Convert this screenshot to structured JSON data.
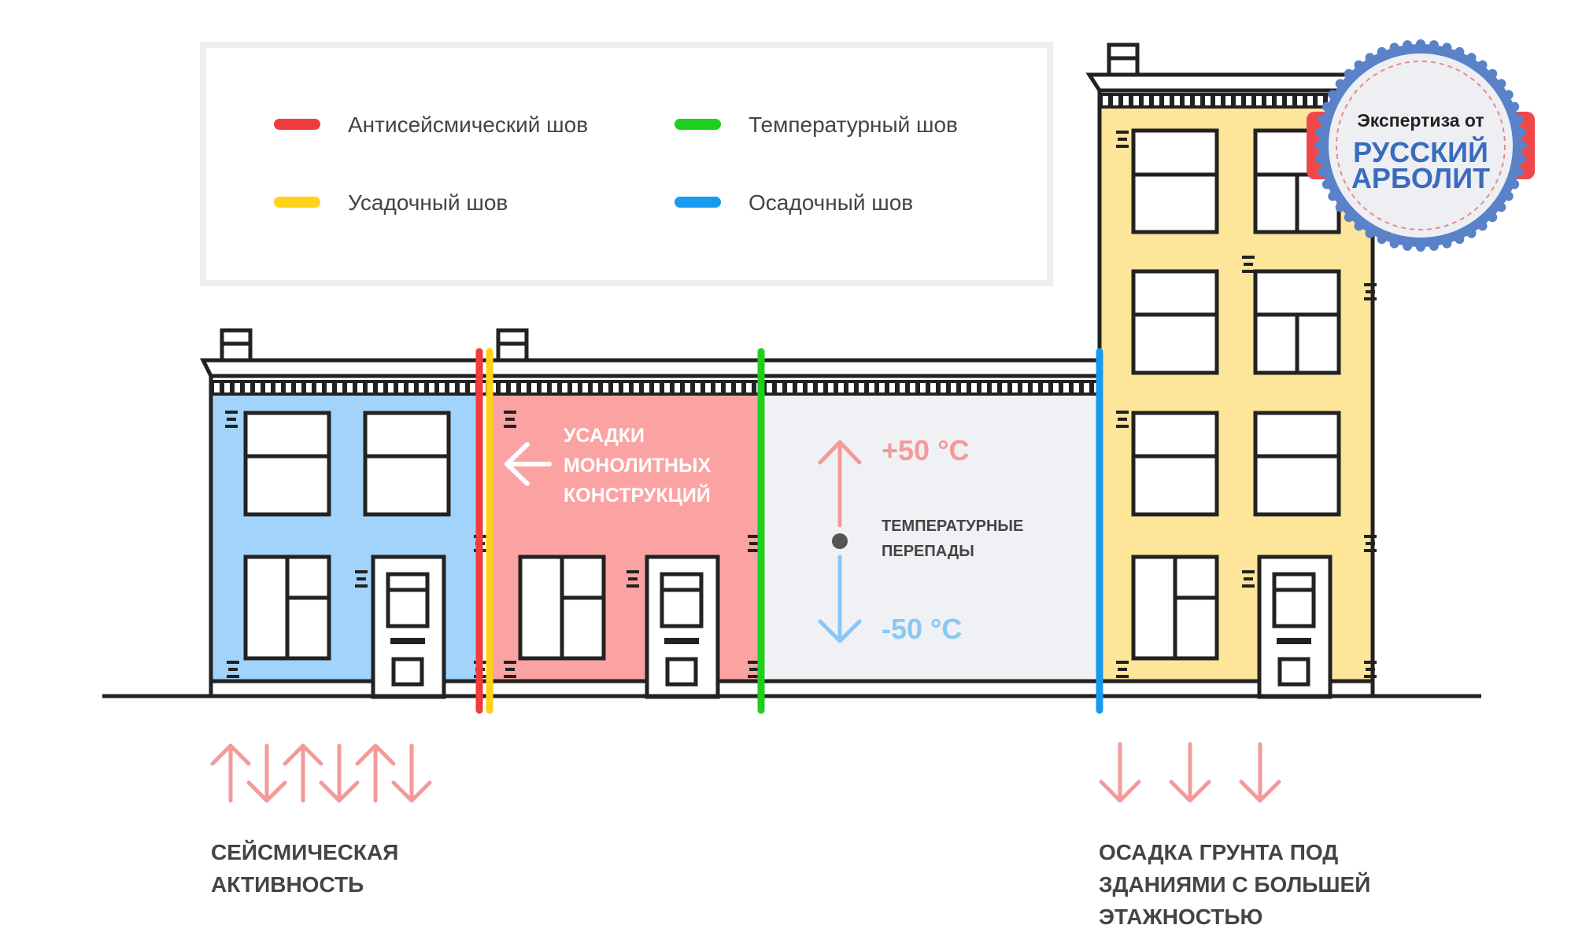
{
  "legend": {
    "items": [
      {
        "label": "Антисейсмический шов",
        "color": "#f03c3c"
      },
      {
        "label": "Температурный шов",
        "color": "#1ecf1e"
      },
      {
        "label": "Усадочный шов",
        "color": "#ffd21a"
      },
      {
        "label": "Осадочный шов",
        "color": "#1a9aef"
      }
    ]
  },
  "stamp": {
    "line1": "Экспертиза от",
    "line2": "РУССКИЙ",
    "line3": "АРБОЛИТ"
  },
  "shrink_label": [
    "УСАДКИ",
    "МОНОЛИТНЫХ",
    "КОНСТРУКЦИЙ"
  ],
  "temperature": {
    "high": "+50 °C",
    "low": "-50 °C",
    "label": [
      "ТЕМПЕРАТУРНЫЕ",
      "ПЕРЕПАДЫ"
    ]
  },
  "seismic_label": [
    "СЕЙСМИЧЕСКАЯ",
    "АКТИВНОСТЬ"
  ],
  "settlement_label": [
    "ОСАДКА ГРУНТА ПОД",
    "ЗДАНИЯМИ С БОЛЬШЕЙ",
    "ЭТАЖНОСТЬЮ"
  ],
  "colors": {
    "blue_building": "#a2d4fb",
    "red_building": "#fba3a3",
    "gray_building": "#f0f1f4",
    "yellow_building": "#fde59a",
    "outline": "#222222",
    "arrow_pink": "#f39a9a",
    "arrow_blue": "#88c8f3",
    "text_dark": "#444444"
  }
}
